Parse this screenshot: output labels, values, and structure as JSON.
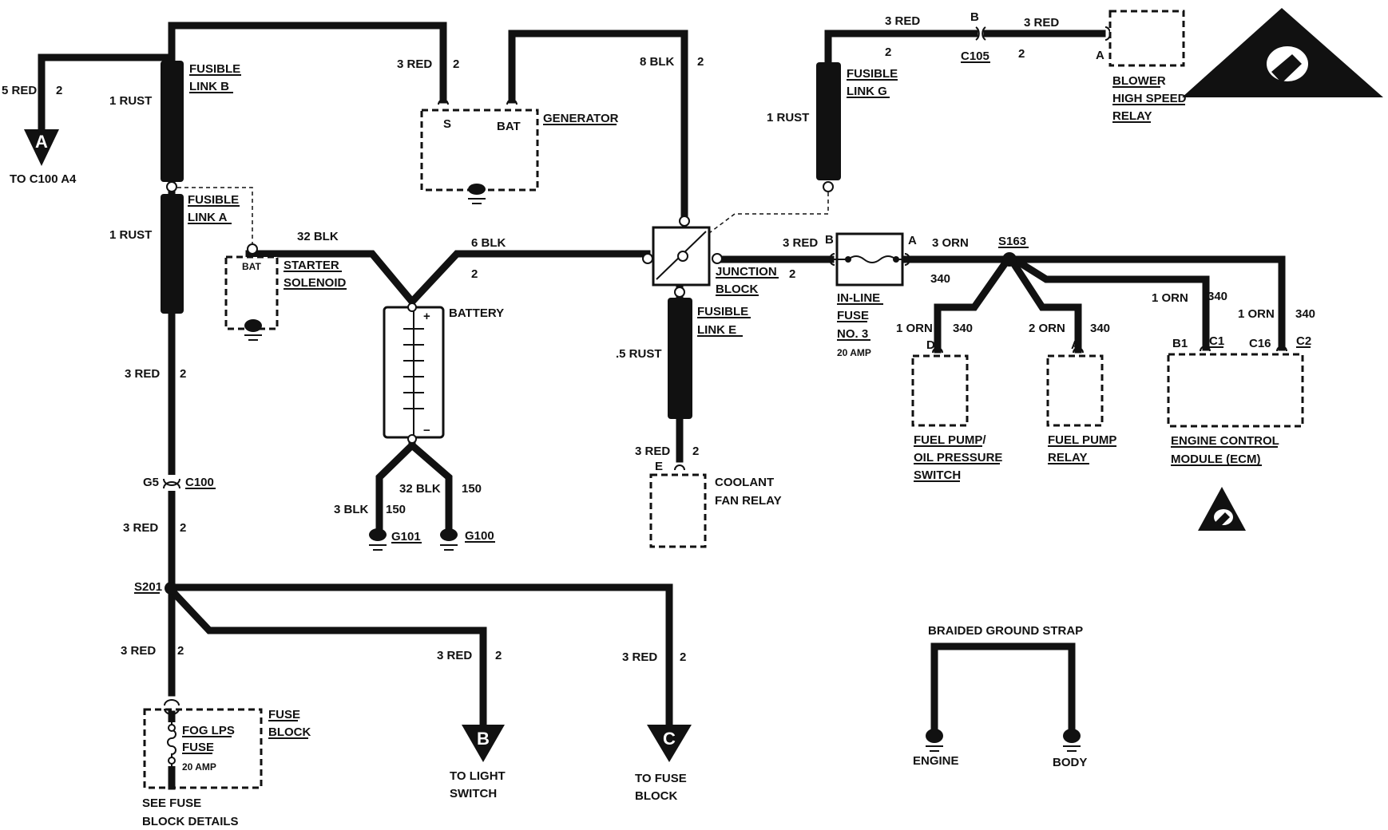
{
  "labels": {
    "a_wire_color": "5 RED",
    "a_wire_num": "2",
    "a_conn": "A",
    "a_dest": "TO C100 A4",
    "fl_b_rust": "1 RUST",
    "fl_b": [
      "FUSIBLE",
      "LINK B"
    ],
    "fl_a_rust": "1 RUST",
    "fl_a": [
      "FUSIBLE",
      "LINK A"
    ],
    "starter_bat": "BAT",
    "starter": [
      "STARTER",
      "SOLENOID"
    ],
    "starter_wire": "32 BLK",
    "gen_wire_color": "3 RED",
    "gen_wire_num": "2",
    "gen_s": "S",
    "gen_bat": "BAT",
    "generator": "GENERATOR",
    "top_wire_color": "8 BLK",
    "top_wire_num": "2",
    "bat_wire_color": "6 BLK",
    "bat_wire_num": "2",
    "battery": "BATTERY",
    "plus": "+",
    "minus": "−",
    "g_wire1": "32 BLK",
    "g_wire1_num": "150",
    "g_wire2": "3 BLK",
    "g_wire2_num": "150",
    "g101": "G101",
    "g100": "G100",
    "red_left_1": "3 RED",
    "red_left_1_num": "2",
    "g5": "G5",
    "c100": "C100",
    "red_left_2": "3 RED",
    "red_left_2_num": "2",
    "s201": "S201",
    "red_left_3": "3 RED",
    "red_left_3_num": "2",
    "fuse_block": [
      "FUSE",
      "BLOCK"
    ],
    "fog_fuse": [
      "FOG LPS",
      "FUSE"
    ],
    "fog_amp": "20 AMP",
    "see_fuse": [
      "SEE FUSE",
      "BLOCK DETAILS"
    ],
    "b_wire": "3 RED",
    "b_wire_num": "2",
    "b_conn": "B",
    "b_dest": [
      "TO LIGHT",
      "SWITCH"
    ],
    "c_wire": "3 RED",
    "c_wire_num": "2",
    "c_conn": "C",
    "c_dest": [
      "TO FUSE",
      "BLOCK"
    ],
    "junction": [
      "JUNCTION",
      "BLOCK"
    ],
    "junction_num": "2",
    "fl_e": [
      "FUSIBLE",
      "LINK E"
    ],
    "fl_e_rust": ".5 RUST",
    "coolant_wire": "3 RED",
    "coolant_wire_num": "2",
    "coolant_pin": "E",
    "coolant": [
      "COOLANT",
      "FAN RELAY"
    ],
    "fl_g_rust": "1 RUST",
    "fl_g": [
      "FUSIBLE",
      "LINK G"
    ],
    "blower_wire1": "3 RED",
    "blower_wire1_num": "2",
    "c105_pin": "B",
    "c105": "C105",
    "blower_wire2": "3 RED",
    "blower_wire2_num": "2",
    "blower_pin": "A",
    "blower": [
      "BLOWER",
      "HIGH SPEED",
      "RELAY"
    ],
    "fuse_in_wire": "3 RED",
    "fuse_pin_b": "B",
    "fuse_pin_a": "A",
    "inline_fuse": [
      "IN-LINE",
      "FUSE",
      "NO. 3"
    ],
    "inline_amp": "20 AMP",
    "orn_wire": "3 ORN",
    "orn_num": "340",
    "s163": "S163",
    "fp_wire": "1 ORN",
    "fp_num": "340",
    "fp_pin": "D",
    "fps": [
      "FUEL PUMP/",
      "OIL PRESSURE",
      "SWITCH"
    ],
    "fpr_wire": "2 ORN",
    "fpr_num": "340",
    "fpr_pin": "A",
    "fpr": [
      "FUEL PUMP",
      "RELAY"
    ],
    "ecm_wire1": "1 ORN",
    "ecm_wire1_num": "340",
    "ecm_wire2": "1 ORN",
    "ecm_wire2_num": "340",
    "ecm_b1": "B1",
    "ecm_c1": "C1",
    "ecm_c16": "C16",
    "ecm_c2": "C2",
    "ecm": [
      "ENGINE CONTROL",
      "MODULE (ECM)"
    ],
    "strap": "BRAIDED GROUND STRAP",
    "engine": "ENGINE",
    "body": "BODY"
  }
}
